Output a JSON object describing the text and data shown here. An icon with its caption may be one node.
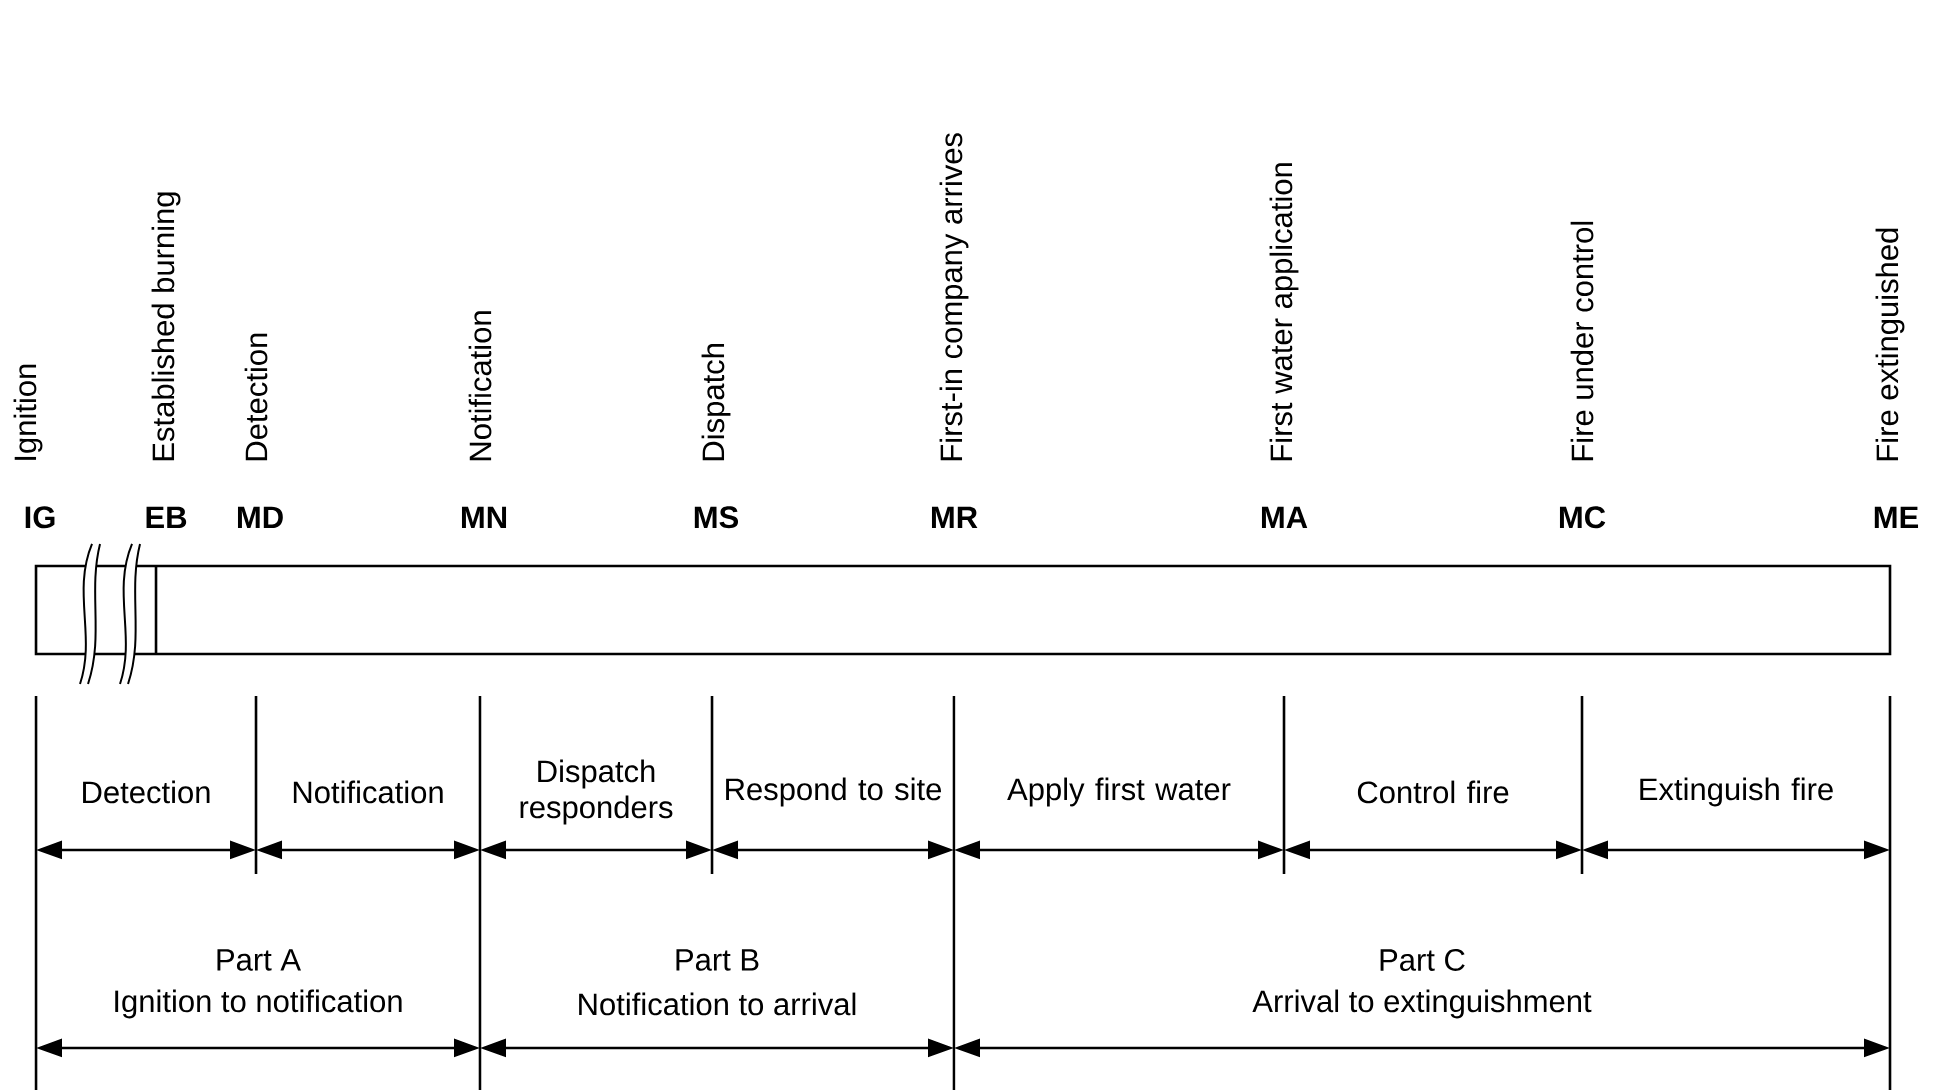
{
  "diagram": {
    "labels": [
      "Ignition",
      "Established burning",
      "Detection",
      "Notification",
      "Dispatch",
      "First-in company arrives",
      "First water application",
      "Fire under control",
      "Fire extinguished",
      "IG",
      "EB",
      "MD",
      "MN",
      "MS",
      "MR",
      "MA",
      "MC",
      "ME",
      "Detection",
      "Notification",
      "Dispatch responders",
      "Respond to site",
      "Apply first water",
      "Control fire",
      "Extinguish fire",
      "Part A",
      "Ignition to notification",
      "Part B",
      "Notification to arrival",
      "Part C",
      "Arrival to extinguishment"
    ]
  }
}
